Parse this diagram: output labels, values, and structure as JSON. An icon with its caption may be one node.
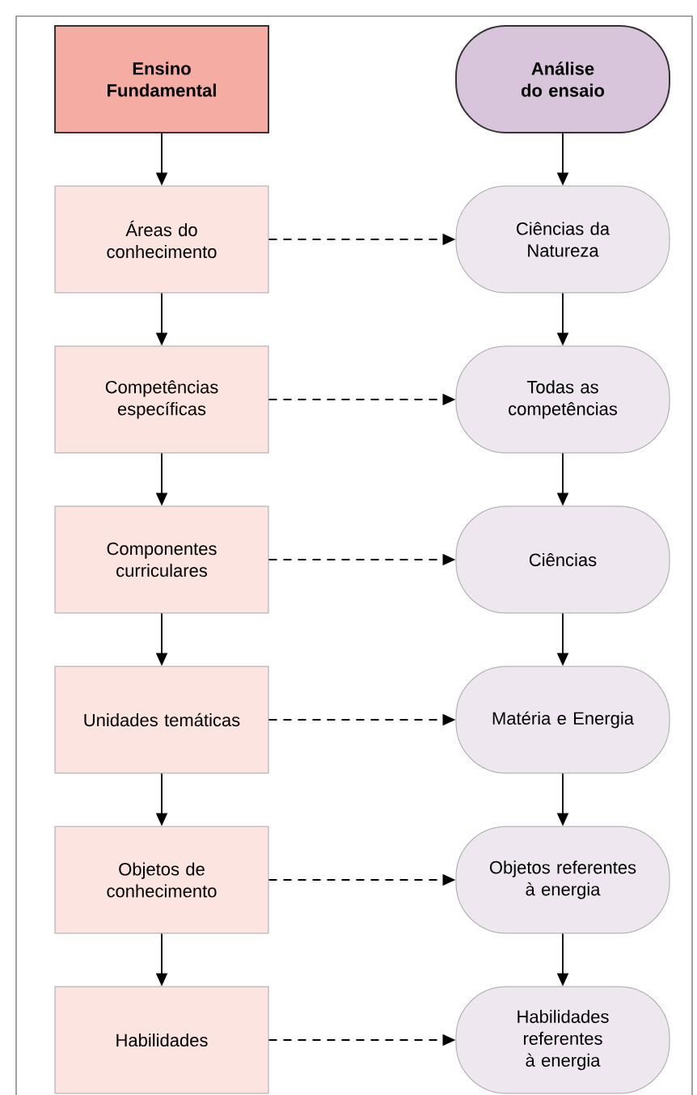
{
  "diagram": {
    "nodes": [
      {
        "text": [
          "Ensino Fundamental"
        ]
      },
      {
        "text": [
          "Análise do ensaio"
        ]
      },
      {
        "text": [
          "Áreas do conhecimento"
        ]
      },
      {
        "text": [
          "Ciências da Natureza"
        ]
      },
      {
        "text": [
          "Competências específicas"
        ]
      },
      {
        "text": [
          "Todas as competências"
        ]
      },
      {
        "text": [
          "Componentes curriculares"
        ]
      },
      {
        "text": [
          "Ciências"
        ]
      },
      {
        "text": [
          "Unidades temáticas"
        ]
      },
      {
        "text": [
          "Matéria e Energia"
        ]
      },
      {
        "text": [
          "Objetos de conhecimento"
        ]
      },
      {
        "text": [
          "Objetos referentes à energia"
        ]
      },
      {
        "text": [
          "Habilidades"
        ]
      },
      {
        "text": [
          "Habilidades referentes à energia"
        ]
      }
    ],
    "edges": [
      {
        "from": 0,
        "to": 2,
        "arrow": "to"
      },
      {
        "from": 2,
        "to": 4,
        "arrow": "to"
      },
      {
        "from": 4,
        "to": 6,
        "arrow": "to"
      },
      {
        "from": 6,
        "to": 8,
        "arrow": "to"
      },
      {
        "from": 8,
        "to": 10,
        "arrow": "to"
      },
      {
        "from": 10,
        "to": 12,
        "arrow": "to"
      },
      {
        "from": 1,
        "to": 3,
        "arrow": "to"
      },
      {
        "from": 3,
        "to": 5,
        "arrow": "to"
      },
      {
        "from": 5,
        "to": 7,
        "arrow": "to"
      },
      {
        "from": 7,
        "to": 9,
        "arrow": "to"
      },
      {
        "from": 9,
        "to": 11,
        "arrow": "to"
      },
      {
        "from": 11,
        "to": 13,
        "arrow": "to"
      },
      {
        "from": 2,
        "to": 3,
        "arrow": "to",
        "style": "dashed"
      },
      {
        "from": 4,
        "to": 5,
        "arrow": "to",
        "style": "dashed"
      },
      {
        "from": 6,
        "to": 7,
        "arrow": "to",
        "style": "dashed"
      },
      {
        "from": 8,
        "to": 9,
        "arrow": "to",
        "style": "dashed"
      },
      {
        "from": 10,
        "to": 11,
        "arrow": "to",
        "style": "dashed"
      },
      {
        "from": 12,
        "to": 13,
        "arrow": "to",
        "style": "dashed"
      }
    ]
  }
}
